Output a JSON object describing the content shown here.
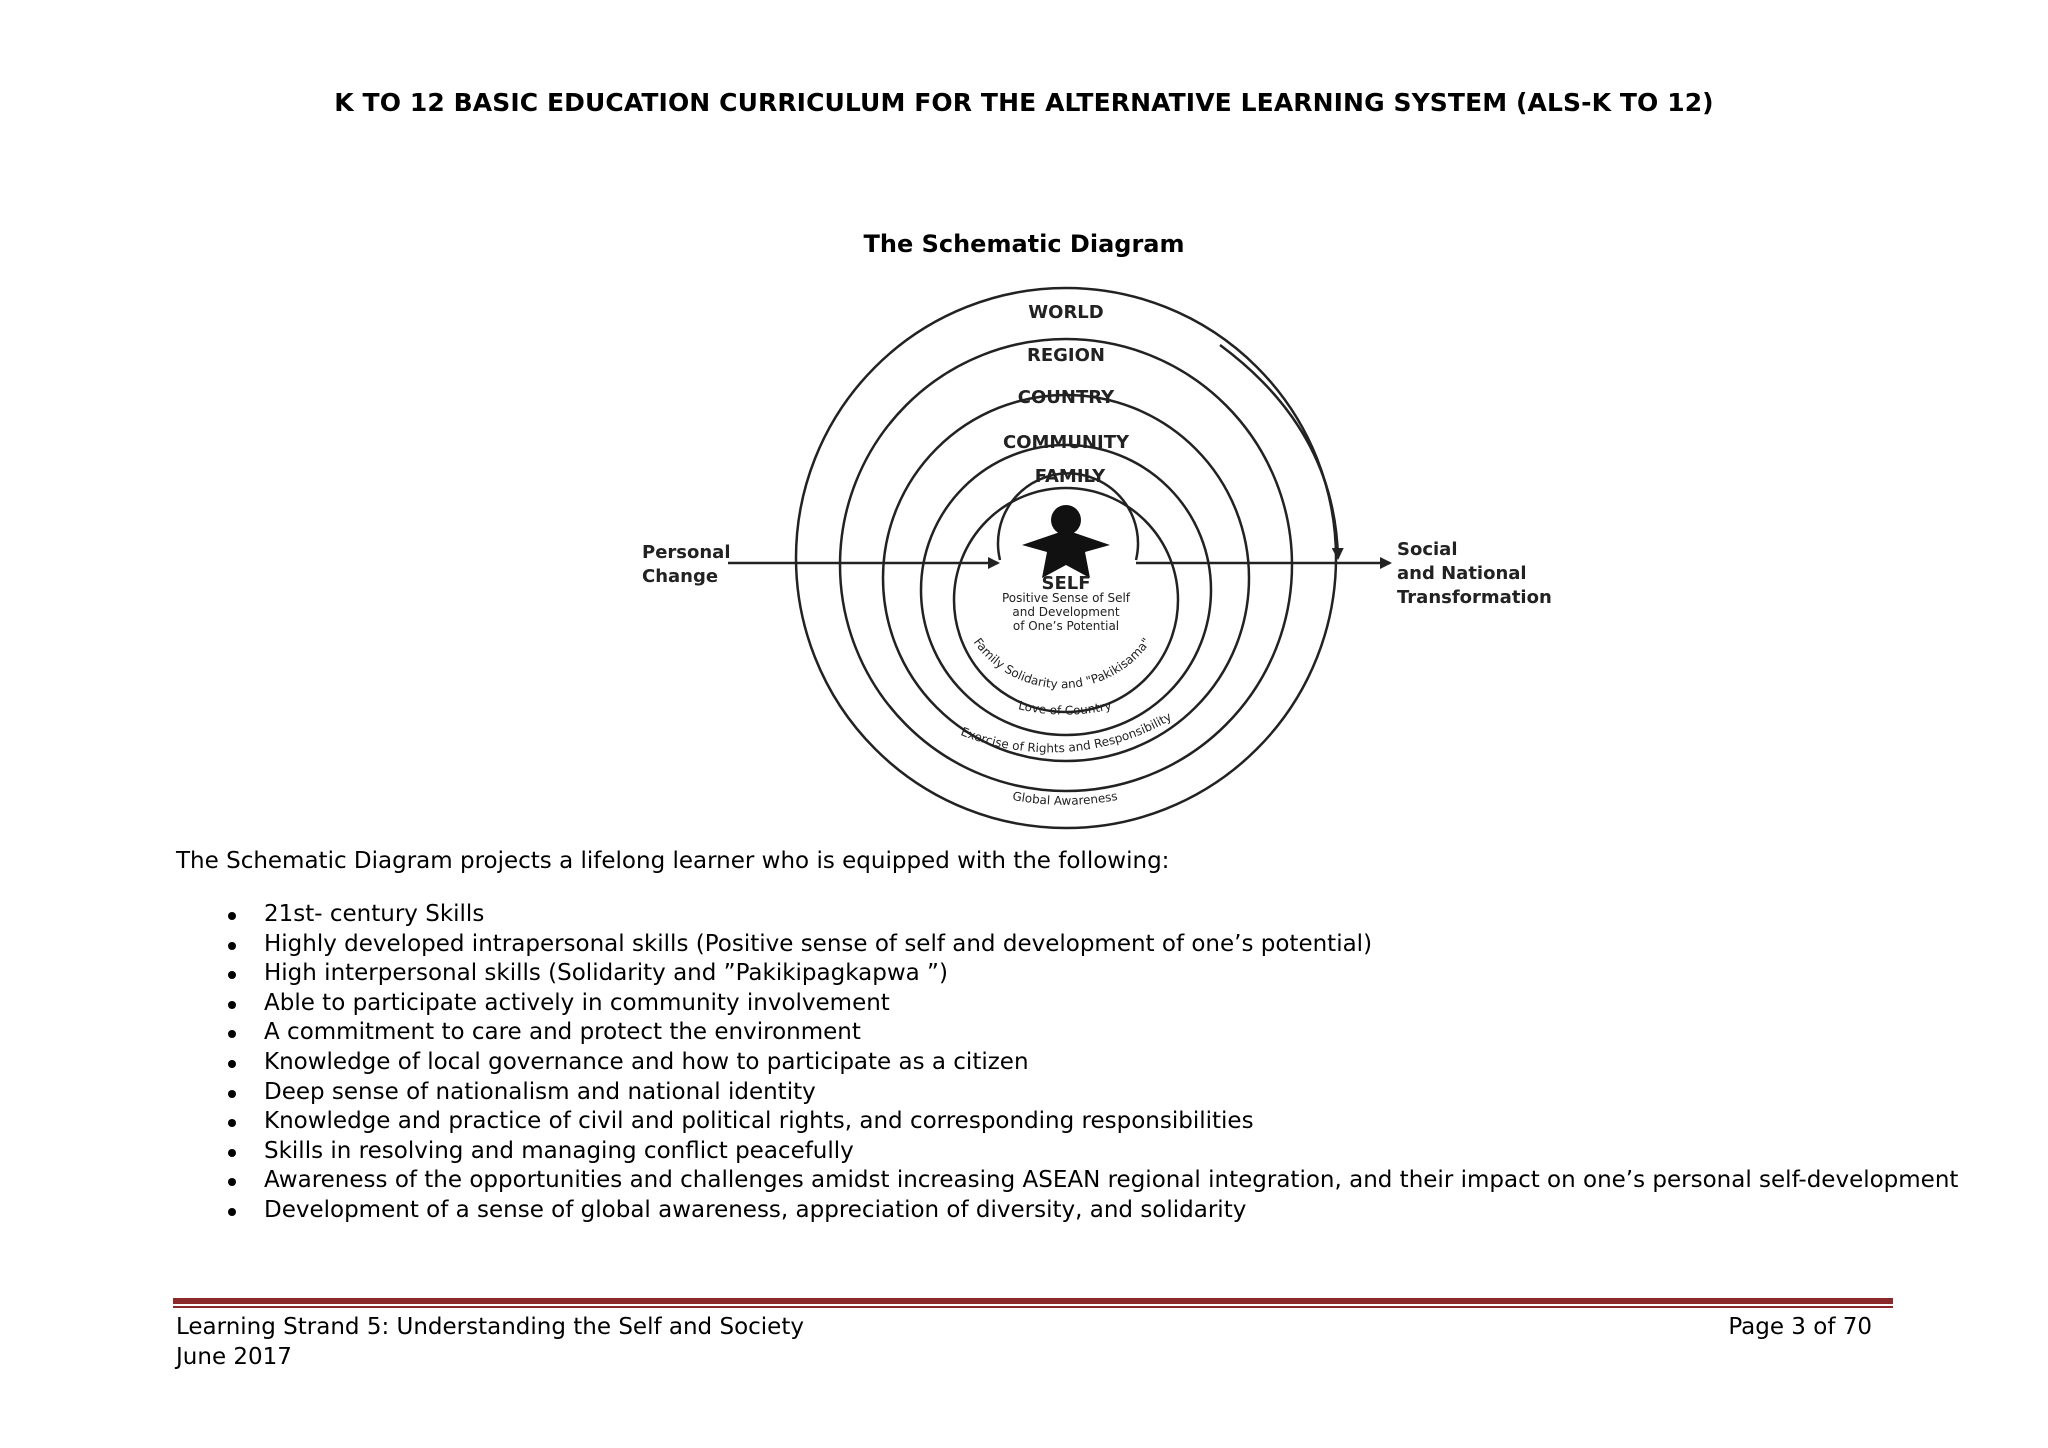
{
  "header": {
    "title": "K TO 12 BASIC EDUCATION CURRICULUM FOR THE ALTERNATIVE LEARNING SYSTEM (ALS-K TO 12)"
  },
  "diagram": {
    "title": "The Schematic Diagram",
    "rings": [
      "WORLD",
      "REGION",
      "COUNTRY",
      "COMMUNITY",
      "FAMILY"
    ],
    "center_label": "SELF",
    "center_caption": [
      "Positive Sense of Self",
      "and Development",
      "of One’s Potential"
    ],
    "left_label": [
      "Personal",
      "Change"
    ],
    "right_label": [
      "Social",
      "and National",
      "Transformation"
    ],
    "arc_labels": [
      "Family Solidarity and \"Pakikisama\"",
      "Love of Country",
      "Exercise of Rights and Responsibility",
      "Global Awareness"
    ]
  },
  "body": {
    "intro": "The Schematic Diagram projects a lifelong learner who is equipped with the following:",
    "bullets": [
      "21st- century Skills",
      "Highly developed intrapersonal skills (Positive sense of self and development of one’s potential)",
      "High interpersonal skills (Solidarity and ”Pakikipagkapwa ”)",
      "Able to participate actively in community involvement",
      "A commitment to care and protect the environment",
      "Knowledge of local governance and how to participate as a citizen",
      "Deep sense of nationalism and national identity",
      "Knowledge and practice of civil and political rights, and corresponding responsibilities",
      "Skills in resolving and managing conflict peacefully",
      "Awareness of the opportunities and challenges amidst increasing ASEAN regional integration, and their impact on one’s personal self-development",
      "Development of a sense of global awareness, appreciation of diversity, and solidarity"
    ]
  },
  "footer": {
    "strand": "Learning Strand 5: Understanding the Self and Society",
    "date": "June 2017",
    "page": "Page 3 of 70"
  },
  "colors": {
    "footer_rule": "#8a2a2a",
    "diagram_ink": "#222222"
  }
}
